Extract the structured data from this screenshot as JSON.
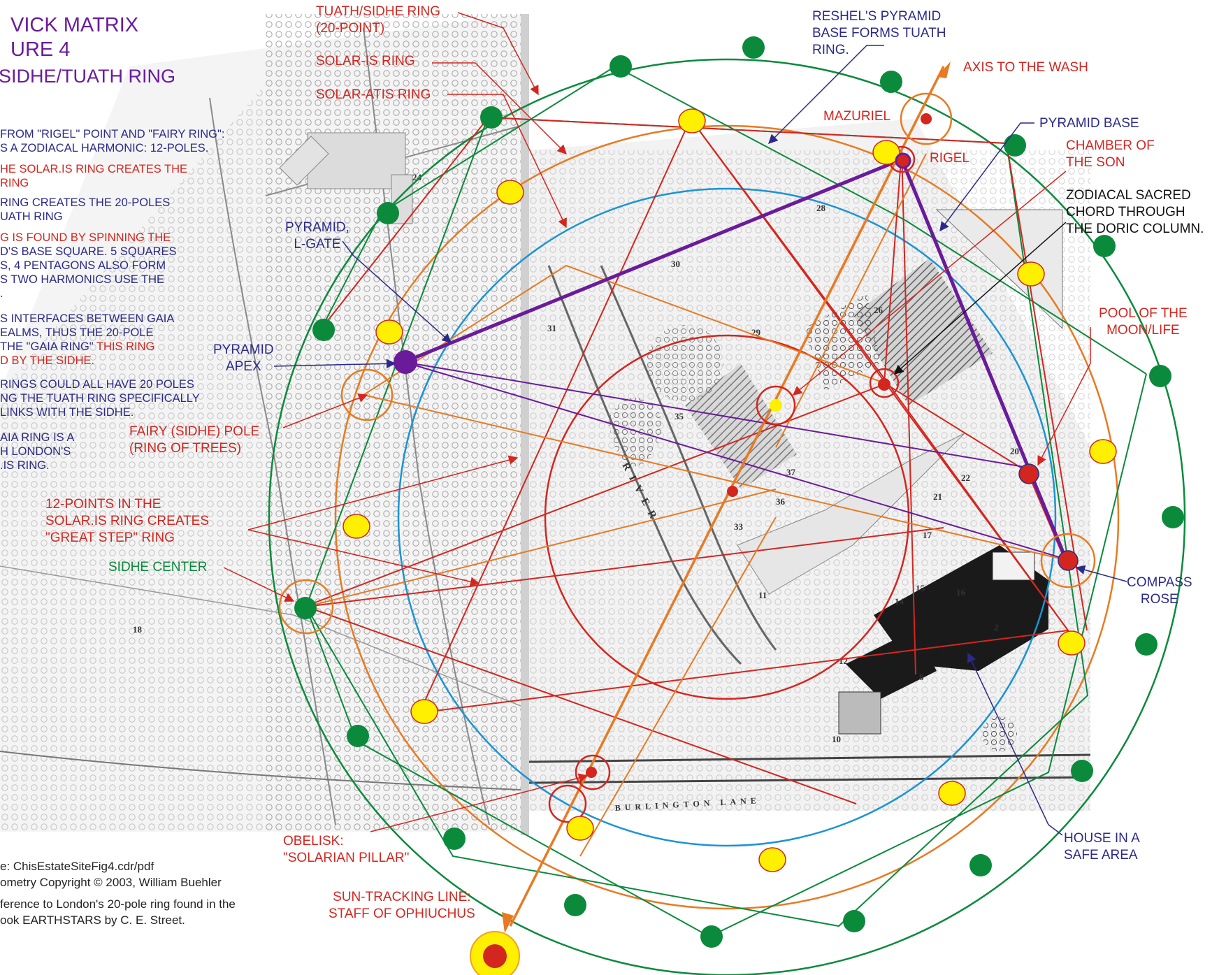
{
  "title": {
    "line1": "VICK MATRIX",
    "line2": "URE 4",
    "line3": "SIDHE/TUATH RING"
  },
  "colors": {
    "purple": "#6a1b9a",
    "navy": "#2b2a8a",
    "red": "#d3261f",
    "green": "#0b8a3c",
    "orange": "#e87a22",
    "blue": "#1b93d4",
    "yellow": "#ffef00",
    "black": "#111111"
  },
  "notes": [
    {
      "text": " FROM \"RIGEL\" POINT AND \"FAIRY RING\":",
      "color": "navy"
    },
    {
      "text": "S A ZODIACAL HARMONIC: 12-POLES.",
      "color": "navy"
    },
    {
      "text": "HE SOLAR.IS RING CREATES THE",
      "color": "red"
    },
    {
      "text": " RING",
      "color": "red"
    },
    {
      "text": "RING CREATES THE 20-POLES",
      "color": "navy"
    },
    {
      "text": "UATH RING",
      "color": "navy"
    },
    {
      "text": "G IS FOUND BY SPINNING THE",
      "color": "red"
    },
    {
      "text": "D'S BASE SQUARE. 5 SQUARES",
      "color": "navy"
    },
    {
      "text": "S, 4 PENTAGONS ALSO FORM",
      "color": "navy"
    },
    {
      "text": "S TWO HARMONICS USE THE",
      "color": "navy"
    },
    {
      "text": ".",
      "color": "navy"
    },
    {
      "text": "S INTERFACES BETWEEN GAIA",
      "color": "navy"
    },
    {
      "text": "EALMS, THUS THE 20-POLE",
      "color": "navy"
    },
    {
      "text": " THE \"GAIA RING\" THIS RING",
      "color": "mixed"
    },
    {
      "text": "D BY THE SIDHE.",
      "color": "red"
    },
    {
      "text": "RINGS COULD ALL HAVE 20 POLES",
      "color": "navy"
    },
    {
      "text": "NG THE TUATH RING SPECIFICALLY",
      "color": "navy"
    },
    {
      "text": "LINKS WITH THE SIDHE.",
      "color": "navy"
    },
    {
      "text": "AIA RING IS A",
      "color": "navy"
    },
    {
      "text": "H LONDON'S",
      "color": "navy"
    },
    {
      "text": ".IS RING.",
      "color": "navy"
    }
  ],
  "labels": {
    "tuath_ring": "TUATH/SIDHE RING\n(20-POINT)",
    "solar_is_ring": "SOLAR-IS RING",
    "solar_atis_ring": "SOLAR-ATIS RING",
    "reshel": "RESHEL'S PYRAMID\nBASE FORMS TUATH\nRING.",
    "axis_wash": "AXIS TO THE WASH",
    "mazuriel": "MAZURIEL",
    "rigel": "RIGEL",
    "pyramid_base": "PYRAMID BASE",
    "chamber": "CHAMBER OF\nTHE SON",
    "zodiacal": "ZODIACAL SACRED\nCHORD THROUGH\nTHE DORIC COLUMN.",
    "pyramid_lgate": "PYRAMID,\nL-GATE",
    "pyramid_apex": "PYRAMID\nAPEX",
    "pool": "POOL OF THE\nMOON/LIFE",
    "fairy": "FAIRY (SIDHE) POLE\n(RING OF TREES)",
    "great_step": "12-POINTS IN THE\nSOLAR.IS RING CREATES\n\"GREAT STEP\" RING",
    "sidhe_center": "SIDHE CENTER",
    "compass": "COMPASS\nROSE",
    "house": "HOUSE IN A\nSAFE AREA",
    "obelisk": "OBELISK:\n\"SOLARIAN PILLAR\"",
    "sun_tracking": "SUN-TRACKING LINE:\nSTAFF OF OPHIUCHUS"
  },
  "footer": {
    "file": "e: ChisEstateSiteFig4.cdr/pdf",
    "copyright": "ometry Copyright © 2003, William Buehler",
    "reference1": "ference to London's 20-pole ring found in the",
    "reference2": "ook EARTHSTARS by C. E. Street."
  },
  "map_labels": [
    "RIVER",
    "BURLINGTON LANE",
    "11",
    "12",
    "17",
    "18",
    "20",
    "21",
    "22",
    "24",
    "26",
    "28",
    "29",
    "30",
    "31",
    "35",
    "37",
    "2",
    "8",
    "10",
    "14",
    "15",
    "16",
    "33",
    "36"
  ]
}
